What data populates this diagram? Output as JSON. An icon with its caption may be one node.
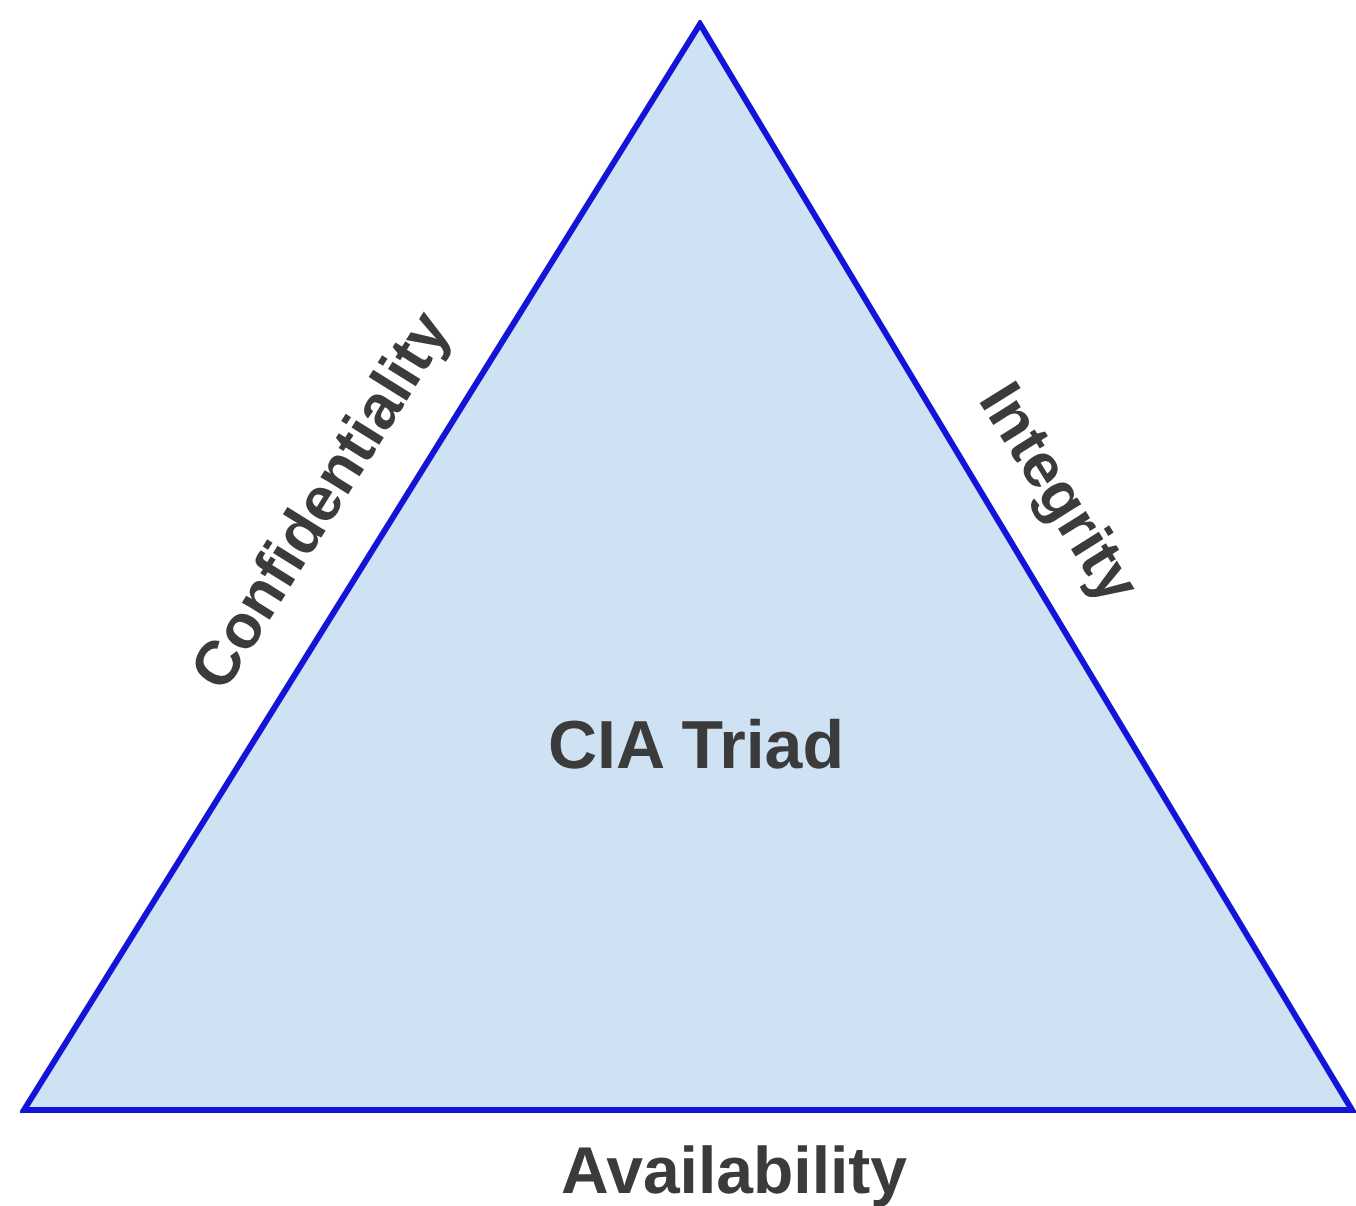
{
  "diagram": {
    "nodes": [
      {
        "text": [
          "CIA Triad"
        ]
      }
    ],
    "labels": [
      "Confidentiality",
      "Integrity",
      "Availability"
    ]
  }
}
